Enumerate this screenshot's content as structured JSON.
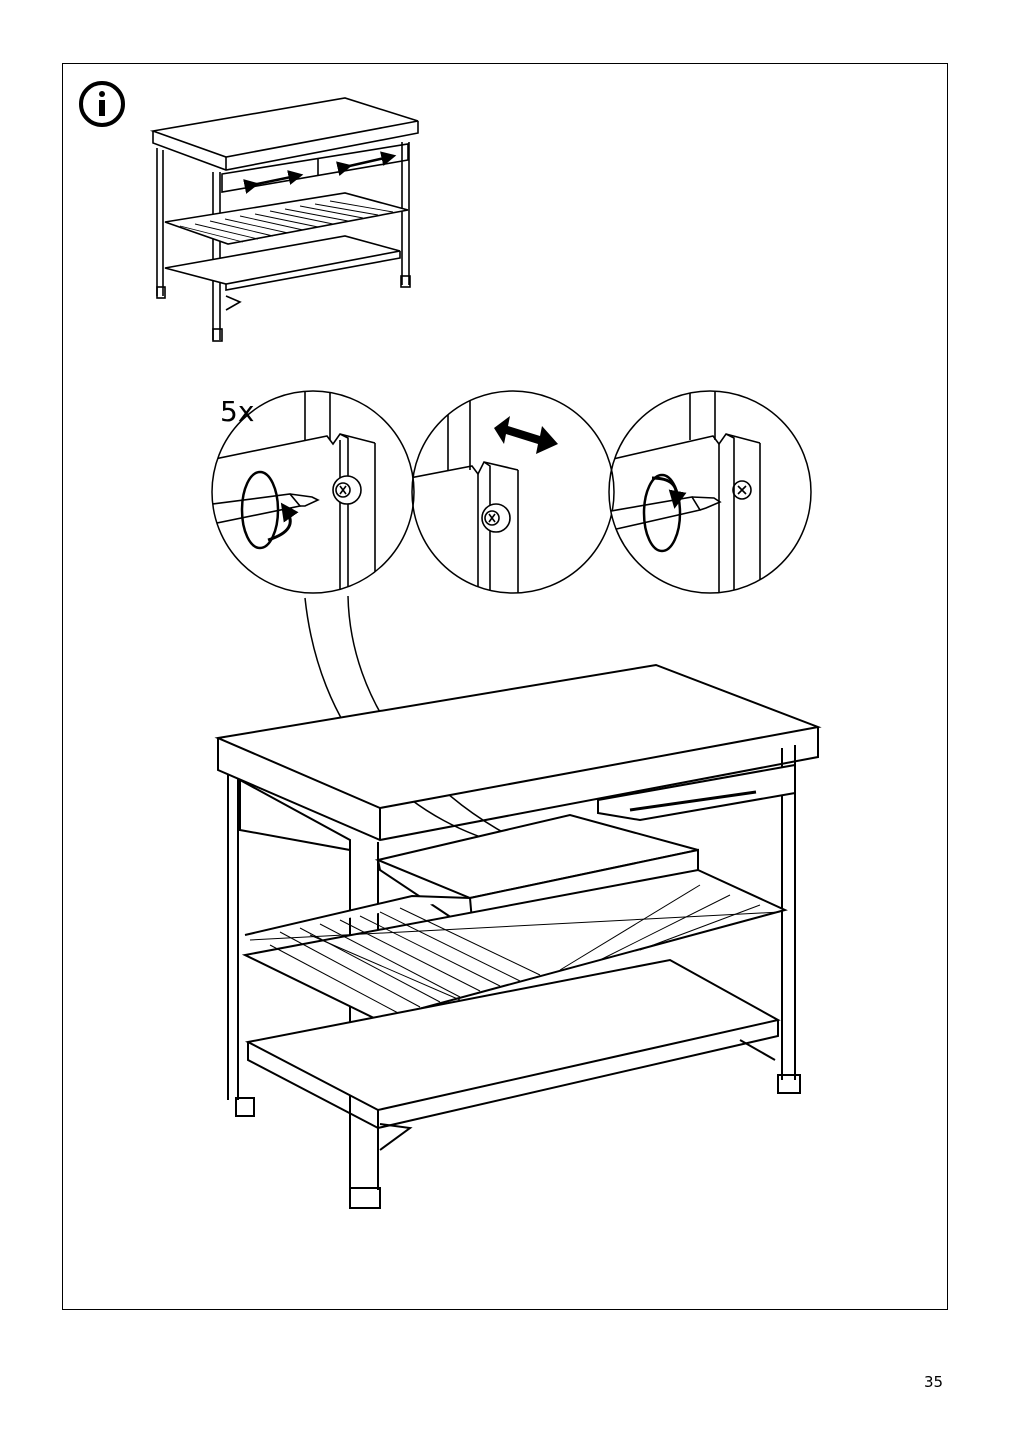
{
  "info_icon": {
    "icon": "info-icon"
  },
  "step": {
    "count_label": "5x"
  },
  "details": [
    {
      "name": "loosen-screw",
      "icon": "rotate-counterclockwise-icon"
    },
    {
      "name": "adjust-position",
      "icon": "double-arrow-icon"
    },
    {
      "name": "tighten-screw",
      "icon": "rotate-clockwise-icon"
    }
  ],
  "page": {
    "number": "35"
  }
}
